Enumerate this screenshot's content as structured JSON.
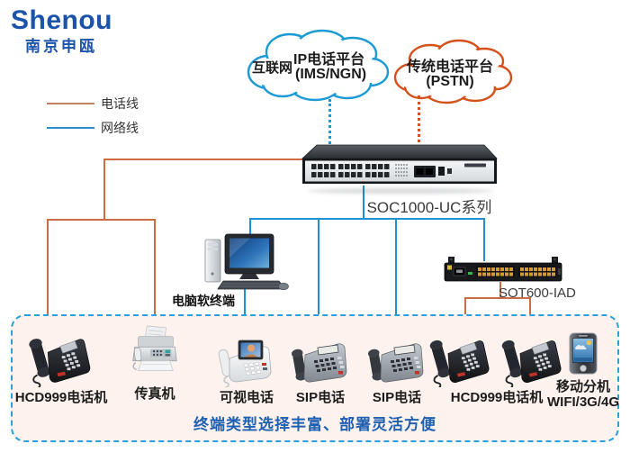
{
  "logo": {
    "brand": "Shenou",
    "company": "南京申瓯"
  },
  "legend": {
    "items": [
      {
        "label": "电话线",
        "color": "#cb6c43"
      },
      {
        "label": "网络线",
        "color": "#1d8fd3"
      }
    ]
  },
  "clouds": {
    "internet": {
      "label_left": "互联网",
      "title": "IP电话平台",
      "subtitle": "(IMS/NGN)",
      "border_color": "#1b9ad5"
    },
    "pstn": {
      "title": "传统电话平台",
      "subtitle": "(PSTN)",
      "border_color": "#d4511c"
    }
  },
  "core": {
    "switch_label": "SOC1000-UC系列",
    "iad_label": "SOT600-IAD",
    "softphone_label": "电脑软终端"
  },
  "terminals": {
    "slogan": "终端类型选择丰富、部署灵活方便",
    "items": [
      {
        "label": "HCD999电话机",
        "type": "desk-phone"
      },
      {
        "label": "传真机",
        "type": "fax"
      },
      {
        "label": "可视电话",
        "type": "video-phone"
      },
      {
        "label": "SIP电话",
        "type": "sip-phone"
      },
      {
        "label": "SIP电话",
        "type": "sip-phone"
      },
      {
        "label": "HCD999电话机",
        "type": "desk-phone-pair"
      },
      {
        "label": "移动分机",
        "label2": "WIFI/3G/4G",
        "type": "mobile"
      }
    ]
  },
  "colors": {
    "phone_line": "#cb6c43",
    "network_line": "#1d8fd3",
    "cloud_internet_border": "#1b9ad5",
    "cloud_pstn_border": "#d4511c",
    "terminal_box_border": "#28a0dc",
    "terminal_box_fill": "#fdf2ee",
    "slogan_text": "#2060b0",
    "logo_blue": "#1a53a9"
  }
}
